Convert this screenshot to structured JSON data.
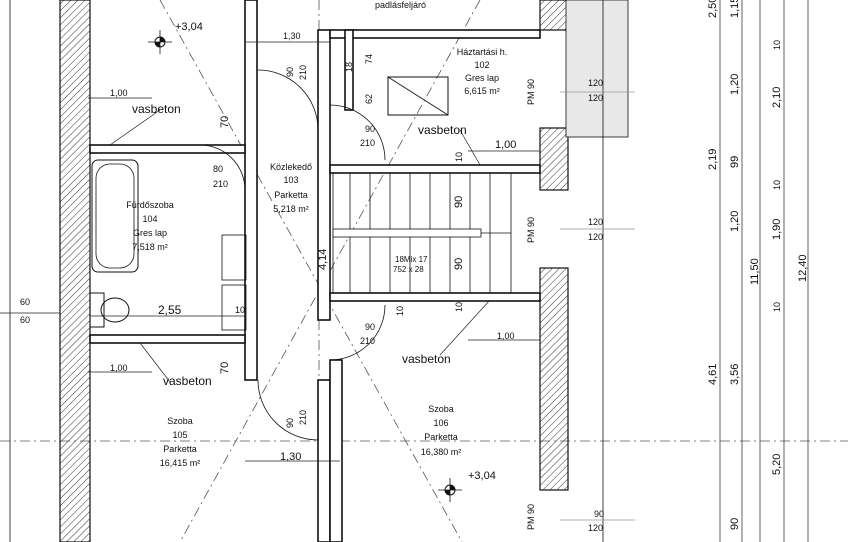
{
  "rooms": [
    {
      "key": "attic_stair_label",
      "text": "padlásfeljáró"
    },
    {
      "key": "haztartasi",
      "name": "Háztartási h.",
      "num": "102",
      "floor": "Gres lap",
      "area": "6,615 m²"
    },
    {
      "key": "kozlekedo",
      "name": "Közlekedő",
      "num": "103",
      "floor": "Parketta",
      "area": "5,218 m²"
    },
    {
      "key": "furdo",
      "name": "Fürdőszoba",
      "num": "104",
      "floor": "Gres lap",
      "area": "7,518 m²"
    },
    {
      "key": "szoba105",
      "name": "Szoba",
      "num": "105",
      "floor": "Parketta",
      "area": "16,415 m²"
    },
    {
      "key": "szoba106",
      "name": "Szoba",
      "num": "106",
      "floor": "Parketta",
      "area": "16,380 m²"
    }
  ],
  "levels": {
    "top": "+3,04",
    "bottom": "+3,04"
  },
  "labels": {
    "vasbeton": "vasbeton",
    "stair_note": "18Mix 17",
    "stair_note2": "752 x 28"
  },
  "dims": {
    "d130a": "1,30",
    "d130b": "1,30",
    "d100a": "1,00",
    "d100b": "1,00",
    "d100c": "1,00",
    "d100d": "1,00",
    "d255": "2,55",
    "d414": "4,14",
    "d90": "90",
    "d210": "210",
    "d70": "70",
    "d80": "80",
    "d10": "10",
    "d18": "18",
    "d74": "74",
    "d62": "62",
    "d120": "120",
    "d60": "60",
    "pm90": "PM 90",
    "r250": "2,50",
    "r115": "1,15",
    "r120": "1,20",
    "r219": "2,19",
    "r99": "99",
    "r210": "2,10",
    "r1150": "11,50",
    "r190": "1,90",
    "r1240": "12,40",
    "r461": "4,61",
    "r356": "3,56",
    "r520": "5,20"
  }
}
